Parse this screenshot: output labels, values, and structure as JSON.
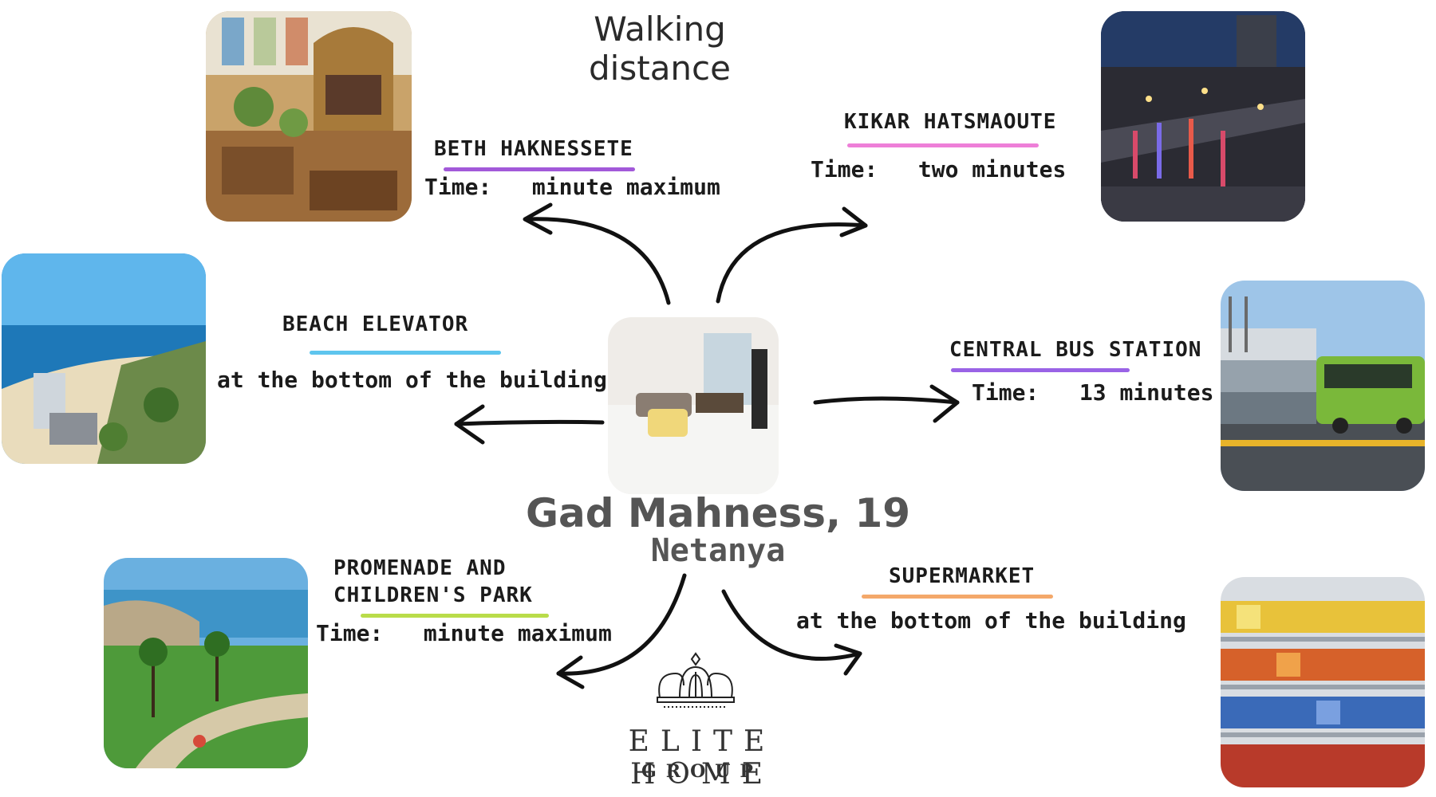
{
  "title": "Walking distance",
  "center": {
    "title": "Gad Mahness, 19",
    "subtitle": "Netanya"
  },
  "places": {
    "synagogue": {
      "label": "BETH HAKNESSETE",
      "time_prefix": "Time:",
      "time_value": "minute maximum",
      "underline_color": "#a259d9"
    },
    "kikar": {
      "label": "KIKAR HATSMAOUTE",
      "time_prefix": "Time:",
      "time_value": "two minutes",
      "underline_color": "#ee7fd8"
    },
    "beach": {
      "label": "BEACH ELEVATOR",
      "note": "at the bottom of the building",
      "underline_color": "#5ec5ee"
    },
    "bus": {
      "label": "CENTRAL BUS STATION",
      "time_prefix": "Time:",
      "time_value": "13 minutes",
      "underline_color": "#9a63e6"
    },
    "promenade": {
      "label_line1": "PROMENADE AND",
      "label_line2": "CHILDREN'S PARK",
      "time_prefix": "Time:",
      "time_value": "minute maximum",
      "underline_color": "#b9dc4a"
    },
    "supermarket": {
      "label": "SUPERMARKET",
      "note": "at the bottom of the building",
      "underline_color": "#f4a86a"
    }
  },
  "brand": {
    "name": "ELITE HOME",
    "sub": "GROUP"
  }
}
